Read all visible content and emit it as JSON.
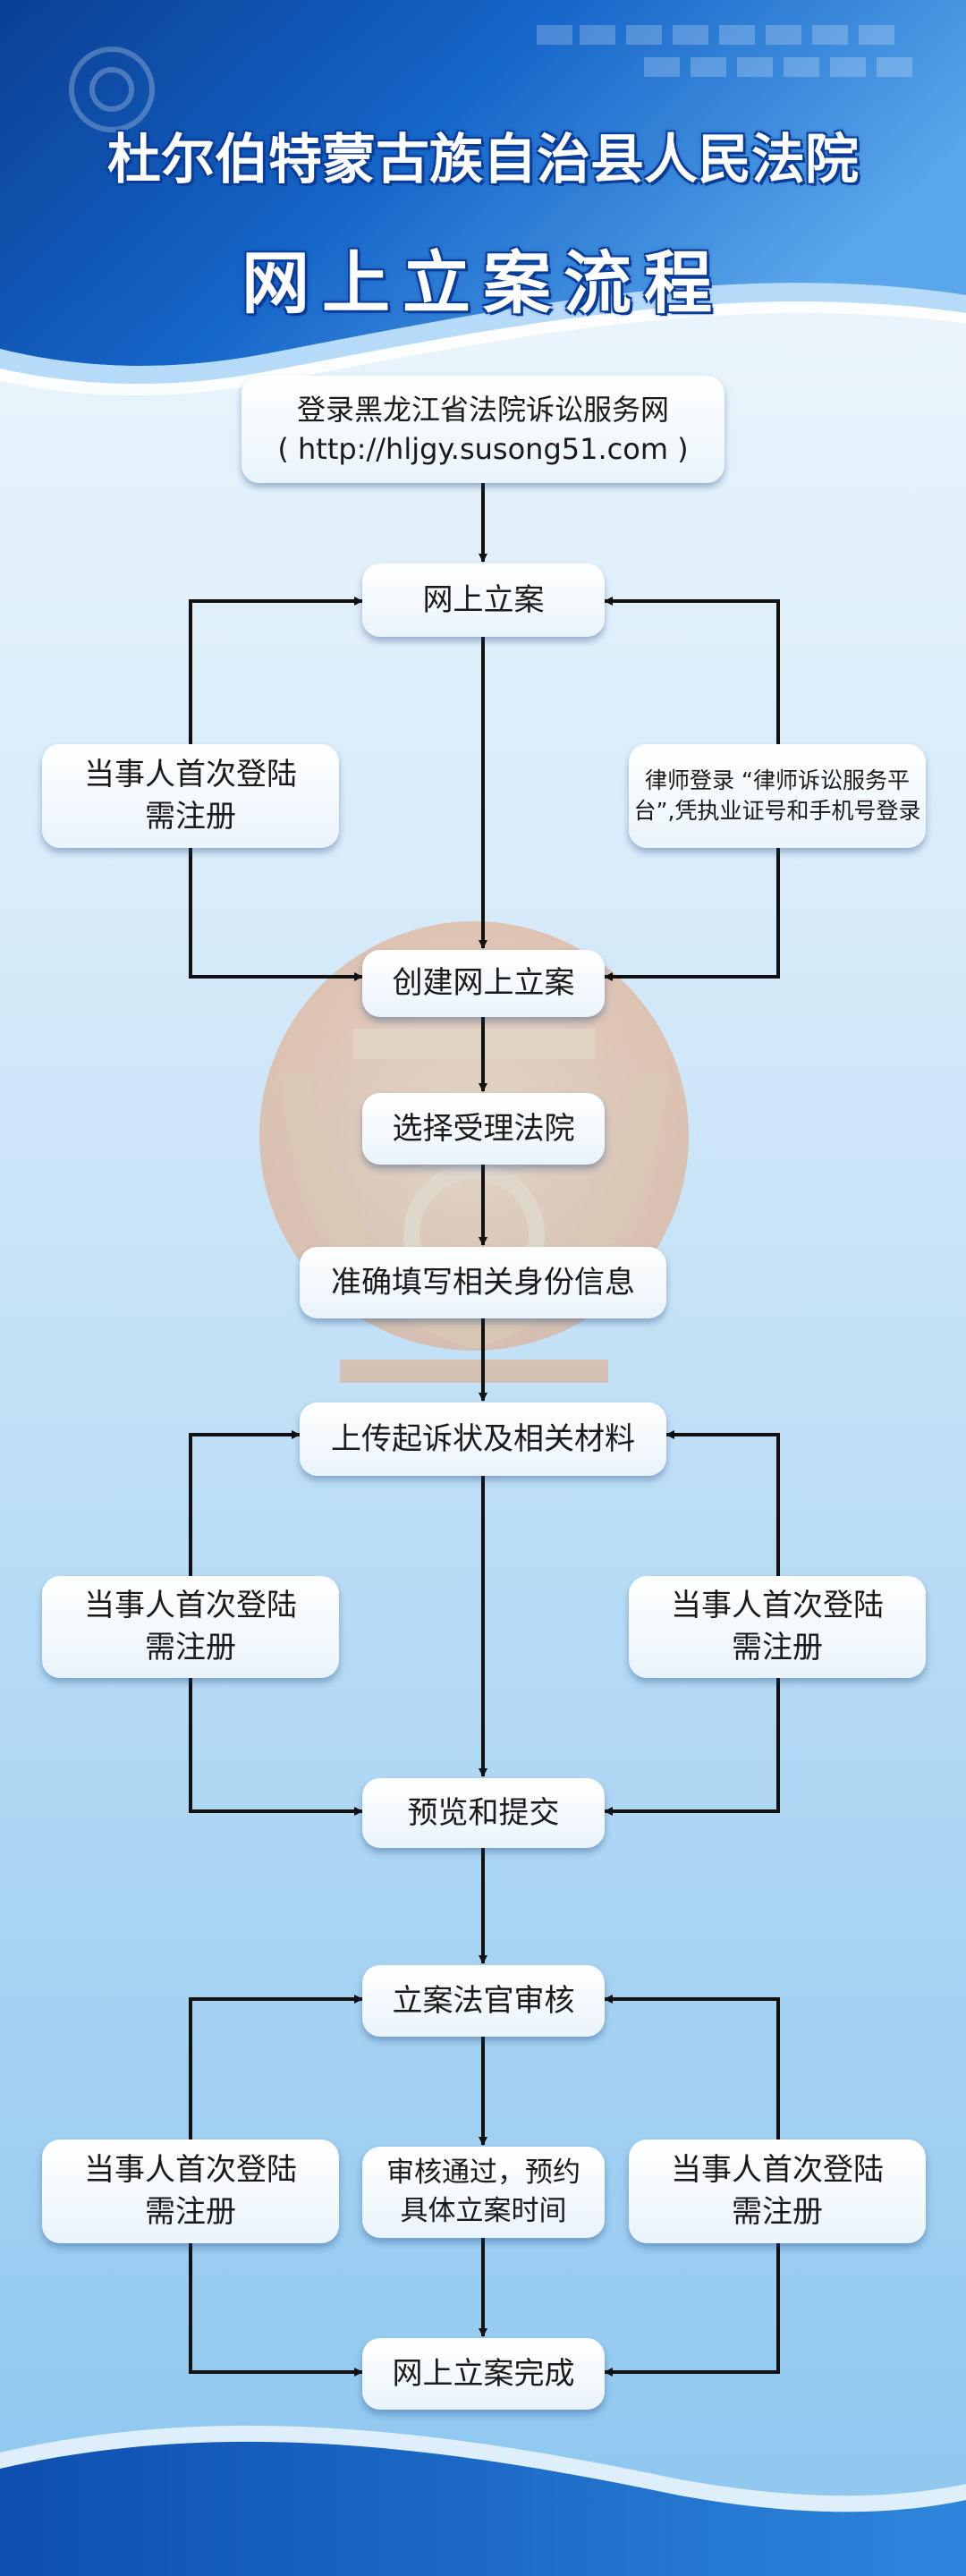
{
  "header": {
    "court_name": "杜尔伯特蒙古族自治县人民法院",
    "flow_title": "网上立案流程"
  },
  "colors": {
    "arrow": "#111111",
    "header_blue": "#0e57b8",
    "node_text": "#1a1a1a"
  },
  "flow": {
    "login_line1": "登录黑龙江省法院诉讼服务网",
    "login_line2": "( http://hljgy.susong51.com )",
    "online_filing": "网上立案",
    "left1_line1": "当事人首次登陆",
    "left1_line2": "需注册",
    "right1_line1": "律师登录 “律师诉讼服务平",
    "right1_line2": "台”,凭执业证号和手机号登录",
    "create_filing": "创建网上立案",
    "select_court": "选择受理法院",
    "fill_identity": "准确填写相关身份信息",
    "upload_materials": "上传起诉状及相关材料",
    "left2_line1": "当事人首次登陆",
    "left2_line2": "需注册",
    "right2_line1": "当事人首次登陆",
    "right2_line2": "需注册",
    "preview_submit": "预览和提交",
    "judge_review": "立案法官审核",
    "left3_line1": "当事人首次登陆",
    "left3_line2": "需注册",
    "approved_line1": "审核通过，预约",
    "approved_line2": "具体立案时间",
    "right3_line1": "当事人首次登陆",
    "right3_line2": "需注册",
    "filing_complete": "网上立案完成"
  }
}
